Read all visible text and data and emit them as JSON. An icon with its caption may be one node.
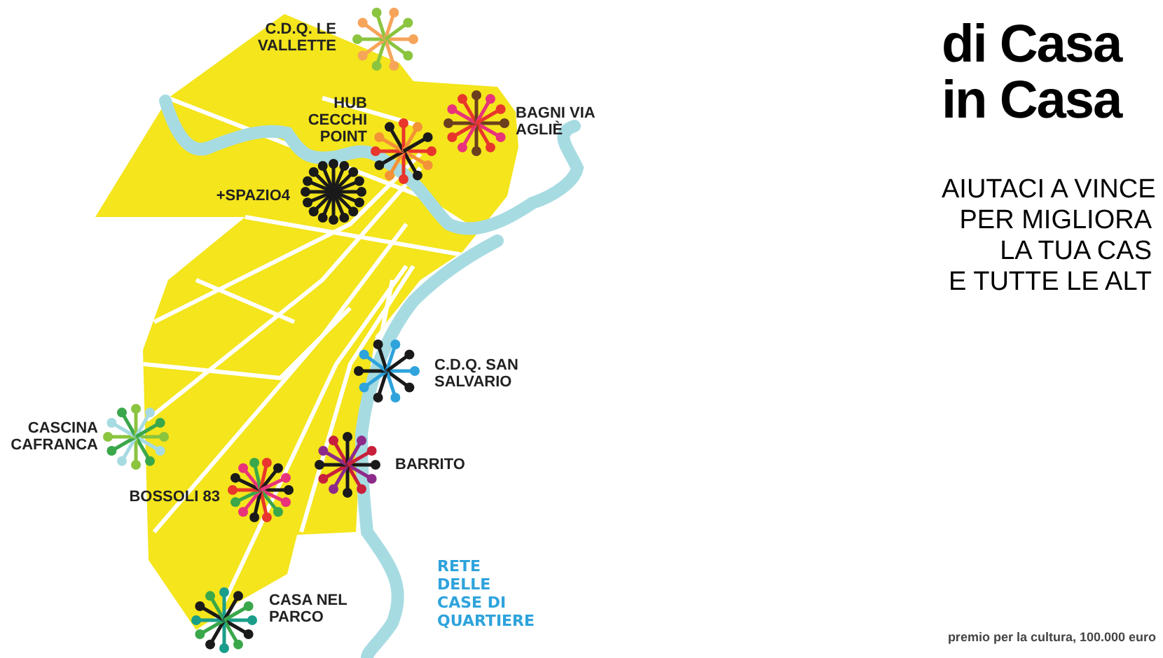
{
  "diagram": {
    "title": "di Casa in Casa",
    "nodes": [
      {
        "text": [
          "C.D.Q. LE VALLETTE"
        ]
      },
      {
        "text": [
          "HUB CECCHI POINT"
        ]
      },
      {
        "text": [
          "BAGNI VIA AGLIÈ"
        ]
      },
      {
        "text": [
          "+SPAZIO4"
        ]
      },
      {
        "text": [
          "C.D.Q. SAN SALVARIO"
        ]
      },
      {
        "text": [
          "CASCINA CAFRANCA"
        ]
      },
      {
        "text": [
          "BARRITO"
        ]
      },
      {
        "text": [
          "BOSSOLI 83"
        ]
      },
      {
        "text": [
          "CASA NEL PARCO"
        ]
      }
    ],
    "labels": [
      "AIUTACI A VINCE",
      "PER MIGLIORA",
      "LA TUA CAS",
      "E TUTTE LE ALT",
      "RETE DELLE CASE DI QUARTIERE",
      "premio per la cultura, 100.000 euro"
    ]
  }
}
